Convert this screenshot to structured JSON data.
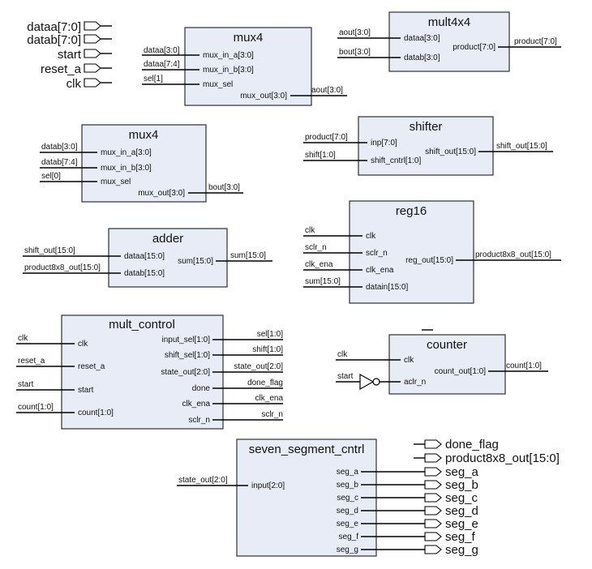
{
  "top_inputs": [
    "dataa[7:0]",
    "datab[7:0]",
    "start",
    "reset_a",
    "clk"
  ],
  "mux4_a": {
    "title": "mux4",
    "ports": {
      "in_a": "mux_in_a[3:0]",
      "in_b": "mux_in_b[3:0]",
      "sel": "mux_sel",
      "out": "mux_out[3:0]"
    },
    "signals": {
      "in_a": "dataa[3:0]",
      "in_b": "dataa[7:4]",
      "sel": "sel[1]",
      "out": "aout[3:0]"
    }
  },
  "mult4x4": {
    "title": "mult4x4",
    "ports": {
      "a": "dataa[3:0]",
      "b": "datab[3:0]",
      "out": "product[7:0]"
    },
    "signals": {
      "a": "aout[3:0]",
      "b": "bout[3:0]",
      "out": "product[7:0]"
    }
  },
  "mux4_b": {
    "title": "mux4",
    "ports": {
      "in_a": "mux_in_a[3:0]",
      "in_b": "mux_in_b[3:0]",
      "sel": "mux_sel",
      "out": "mux_out[3:0]"
    },
    "signals": {
      "in_a": "datab[3:0]",
      "in_b": "datab[7:4]",
      "sel": "sel[0]",
      "out": "bout[3:0]"
    }
  },
  "shifter": {
    "title": "shifter",
    "ports": {
      "inp": "inp[7:0]",
      "cntrl": "shift_cntrl[1:0]",
      "out": "shift_out[15:0]"
    },
    "signals": {
      "inp": "product[7:0]",
      "cntrl": "shift[1:0]",
      "out": "shift_out[15:0]"
    }
  },
  "adder": {
    "title": "adder",
    "ports": {
      "a": "dataa[15:0]",
      "b": "datab[15:0]",
      "out": "sum[15:0]"
    },
    "signals": {
      "a": "shift_out[15:0]",
      "b": "product8x8_out[15:0]",
      "out": "sum[15:0]"
    }
  },
  "reg16": {
    "title": "reg16",
    "ports": {
      "clk": "clk",
      "sclr": "sclr_n",
      "ena": "clk_ena",
      "din": "datain[15:0]",
      "out": "reg_out[15:0]"
    },
    "signals": {
      "clk": "clk",
      "sclr": "sclr_n",
      "ena": "clk_ena",
      "din": "sum[15:0]",
      "out": "product8x8_out[15:0]"
    }
  },
  "mult_control": {
    "title": "mult_control",
    "in_ports": [
      "clk",
      "reset_a",
      "start",
      "count[1:0]"
    ],
    "in_signals": [
      "clk",
      "reset_a",
      "start",
      "count[1:0]"
    ],
    "out_ports": [
      "input_sel[1:0]",
      "shift_sel[1:0]",
      "state_out[2:0]",
      "done",
      "clk_ena",
      "sclr_n"
    ],
    "out_signals": [
      "sel[1:0]",
      "shift[1:0]",
      "state_out[2:0]",
      "done_flag",
      "clk_ena",
      "sclr_n"
    ]
  },
  "counter": {
    "title": "counter",
    "ports": {
      "clk": "clk",
      "aclr": "aclr_n",
      "out": "count_out[1:0]"
    },
    "signals": {
      "clk": "clk",
      "aclr": "start",
      "out": "count[1:0]"
    }
  },
  "seven_seg": {
    "title": "seven_segment_cntrl",
    "in_port": "input[2:0]",
    "in_signal": "state_out[2:0]",
    "out_ports": [
      "seg_a",
      "seg_b",
      "seg_c",
      "seg_d",
      "seg_e",
      "seg_f",
      "seg_g"
    ]
  },
  "top_outputs": [
    "done_flag",
    "product8x8_out[15:0]",
    "seg_a",
    "seg_b",
    "seg_c",
    "seg_d",
    "seg_e",
    "seg_f",
    "seg_g"
  ]
}
